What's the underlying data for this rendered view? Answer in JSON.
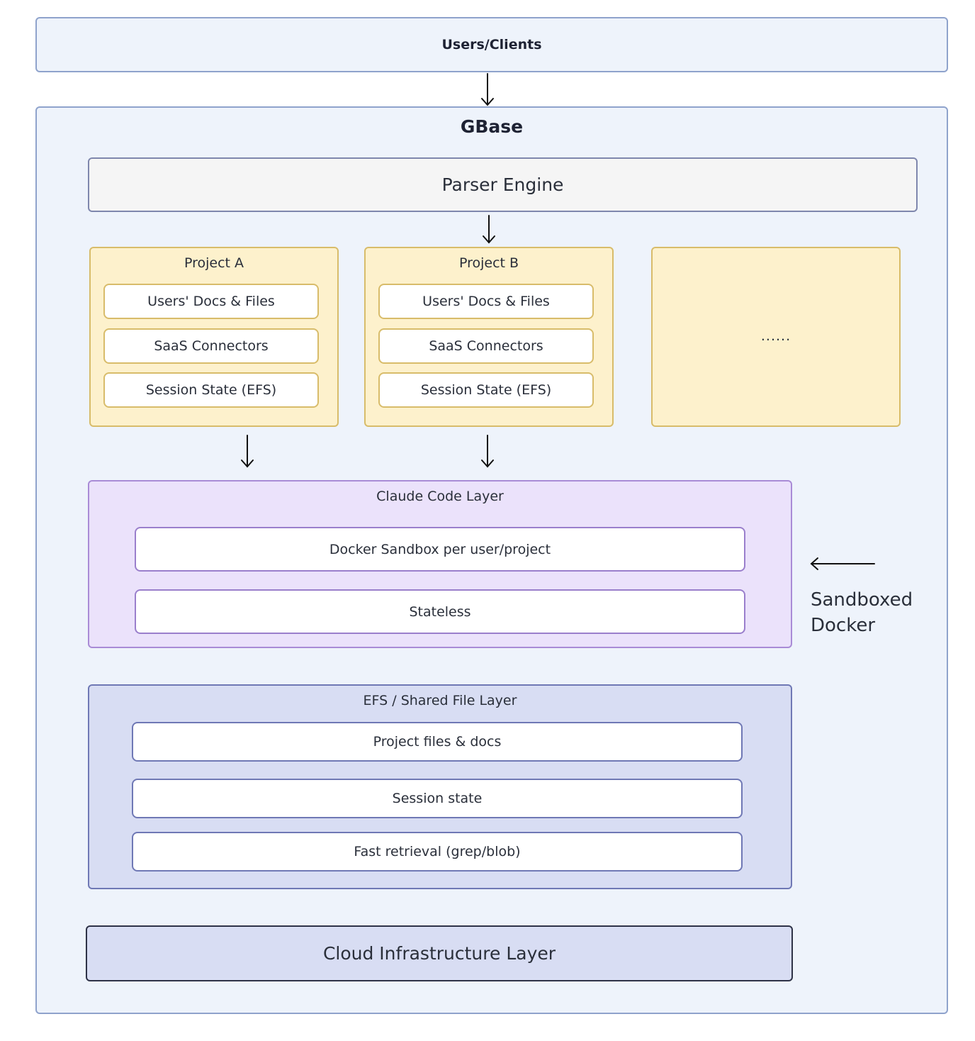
{
  "users": {
    "label": "Users/Clients"
  },
  "gbase": {
    "title": "GBase"
  },
  "parser": {
    "label": "Parser Engine"
  },
  "projects": [
    {
      "title": "Project A",
      "items": [
        "Users' Docs & Files",
        "SaaS Connectors",
        "Session State (EFS)"
      ]
    },
    {
      "title": "Project B",
      "items": [
        "Users' Docs & Files",
        "SaaS Connectors",
        "Session State (EFS)"
      ]
    },
    {
      "placeholder": "......"
    }
  ],
  "claude_layer": {
    "title": "Claude Code Layer",
    "items": [
      "Docker Sandbox per user/project",
      "Stateless"
    ]
  },
  "efs_layer": {
    "title": "EFS / Shared File Layer",
    "items": [
      "Project files & docs",
      "Session state",
      "Fast retrieval (grep/blob)"
    ]
  },
  "cloud_layer": {
    "label": "Cloud Infrastructure Layer"
  },
  "sandbox_note": {
    "line1": "Sandboxed",
    "line2": "Docker"
  }
}
